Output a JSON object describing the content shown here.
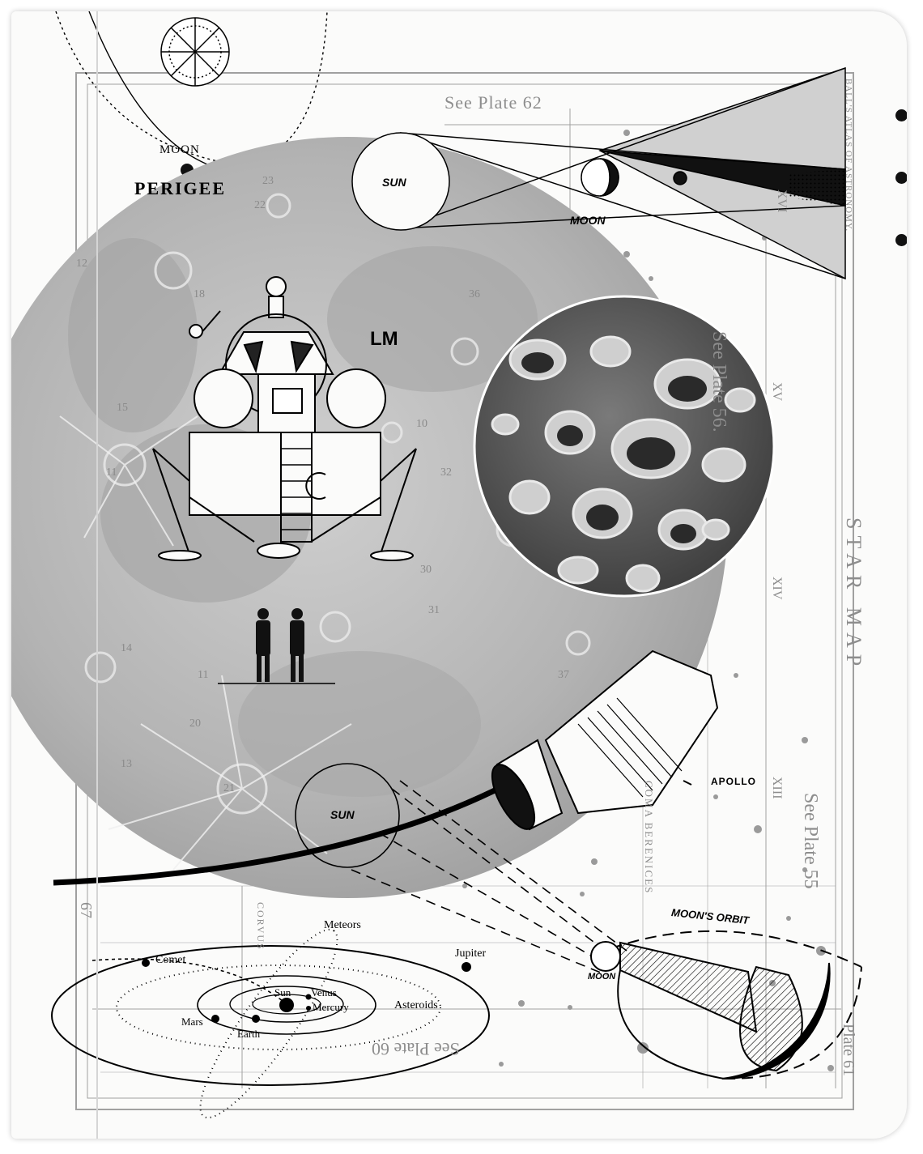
{
  "labels": {
    "moon_top": "MOON",
    "perigee": "PERIGEE",
    "sun_top": "SUN",
    "moon_eclipse": "MOON",
    "lm": "LM",
    "apollo": "APOLLO",
    "sun_mid": "SUN",
    "moons_orbit": "MOON'S ORBIT",
    "moon_bottom": "MOON"
  },
  "map_text": {
    "see_plate_62": "See Plate 62",
    "see_plate_56": "See Plate 56.",
    "see_plate_55": "See Plate 55",
    "see_plate_60": "See Plate 60",
    "plate_61": "Plate 61",
    "star_map": "STAR MAP",
    "balls_atlas": "BALL'S ATLAS OF ASTRONOMY.",
    "coma_berenices": "COMA BERENICES",
    "corvus": "CORVUS",
    "roman_xv": "XV",
    "roman_xiv": "XIV",
    "roman_xiii": "XIII",
    "roman_xvi": "XVI",
    "num_67": "67"
  },
  "solar_system": {
    "comet": "Comet",
    "meteors": "Meteors",
    "jupiter": "Jupiter",
    "sun": "Sun",
    "venus": "Venus",
    "mercury": "Mercury",
    "asteroids": "Asteroids",
    "mars": "Mars",
    "earth": "Earth"
  },
  "colors": {
    "ink": "#000000",
    "paper": "#fbfbfa",
    "moon_grey": "#b8b8b8",
    "map_grey": "#9a9a9a"
  }
}
